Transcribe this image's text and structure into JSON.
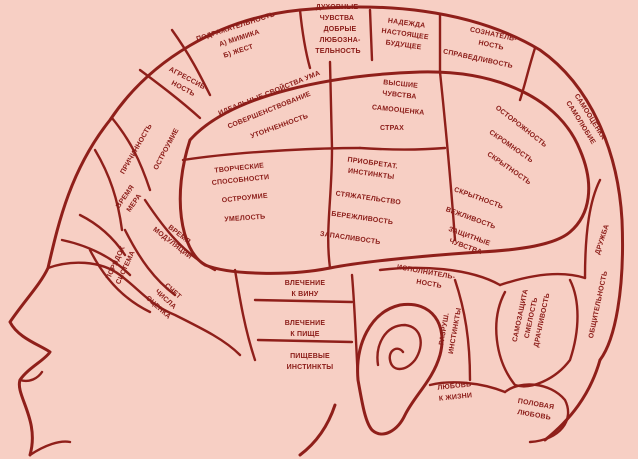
{
  "background_color": "#f7cfc4",
  "line_color": "#8f1f1a",
  "labels": {
    "dukhovnye_chuvstva": [
      "ДУХОВНЫЕ",
      "ЧУВСТВА"
    ],
    "dobrye": [
      "ДОБРЫЕ"
    ],
    "lyuboznatelnost": [
      "ЛЮБОЗНА-",
      "ТЕЛЬНОСТЬ"
    ],
    "nadezhda": [
      "НАДЕЖДА",
      "НАСТОЯЩЕЕ",
      "БУДУЩЕЕ"
    ],
    "soznatelnost": [
      "СОЗНАТЕЛЬ-",
      "НОСТЬ",
      "СПРАВЕДЛИВОСТЬ"
    ],
    "podrazhatelnost": [
      "ПОДРАЖАТЕЛЬНОСТЬ",
      "А) МИМИКА",
      "Б) ЖЕСТ"
    ],
    "agressivnost": [
      "АГРЕССИВ-",
      "НОСТЬ"
    ],
    "idealnye_svoystva": [
      "ИДЕАЛЬНЫЕ СВОЙСТВА УМА"
    ],
    "sovershenstvovanie": [
      "СОВЕРШЕНСТВОВАНИЕ"
    ],
    "utonchennost": [
      "УТОНЧЕННОСТЬ"
    ],
    "vysshie_chuvstva": [
      "ВЫСШИЕ",
      "ЧУВСТВА"
    ],
    "samootsenka": [
      "САМООЦЕНКА"
    ],
    "strakh": [
      "СТРАХ"
    ],
    "samootsenka_right": [
      "САМООЦЕНКА",
      "САМОЛЮБИЕ"
    ],
    "ostorozhnost": [
      "ОСТОРОЖНОСТЬ"
    ],
    "skromnost": [
      "СКРОМНОСТЬ"
    ],
    "skrytnost": [
      "СКРЫТНОСТЬ"
    ],
    "prichinnost": [
      "ПРИЧИННОСТЬ"
    ],
    "ostroumie": [
      "ОСТРОУМИЕ"
    ],
    "tvorcheskie": [
      "ТВОРЧЕСКИЕ",
      "СПОСОБНОСТИ"
    ],
    "ostroumie2": [
      "ОСТРОУМИЕ"
    ],
    "umelost": [
      "УМЕЛОСТЬ"
    ],
    "priobretat": [
      "ПРИОБРЕТАТ.",
      "ИНСТИНКТЫ"
    ],
    "styazhatelstvo": [
      "СТЯЖАТЕЛЬСТВО"
    ],
    "berezhlivost": [
      "БЕРЕЖЛИВОСТЬ"
    ],
    "zapaslivost": [
      "ЗАПАСЛИВОСТЬ"
    ],
    "skrytnost2": [
      "СКРЫТНОСТЬ"
    ],
    "vezhlivost": [
      "ВЕЖЛИВОСТЬ"
    ],
    "zashchitnye": [
      "ЗАЩИТНЫЕ",
      "ЧУВСТВА"
    ],
    "druzhba": [
      "ДРУЖБА"
    ],
    "obshchitelnost": [
      "ОБЩИТЕЛЬНОСТЬ"
    ],
    "vremya_mera": [
      "ВРЕМЯ",
      "МЕРА"
    ],
    "vremya_modulyatsii": [
      "ВРЕМЯ",
      "МОДУЛЯЦИИ"
    ],
    "poryadok": [
      "ПОРЯДОК",
      "СИСТЕМА"
    ],
    "schet": [
      "СЧЕТ",
      "ЧИСЛА",
      "ОЦЕНКА"
    ],
    "vlechenie_vinu": [
      "ВЛЕЧЕНИЕ",
      "К ВИНУ"
    ],
    "vlechenie_pishche": [
      "ВЛЕЧЕНИЕ",
      "К ПИЩЕ"
    ],
    "pishchevye": [
      "ПИЩЕВЫЕ",
      "ИНСТИНКТЫ"
    ],
    "ispolnitelnost": [
      "ИСПОЛНИТЕЛЬ-",
      "НОСТЬ"
    ],
    "razrush": [
      "РАЗРУШ.",
      "ИНСТИНКТЫ"
    ],
    "samozashchita": [
      "САМОЗАЩИТА",
      "СМЕЛОСТЬ",
      "ДРАЧЛИВОСТЬ"
    ],
    "lyubov_k_zhizni": [
      "ЛЮБОВЬ",
      "К ЖИЗНИ"
    ],
    "polovaya_lyubov": [
      "ПОЛОВАЯ",
      "ЛЮБОВЬ"
    ]
  }
}
